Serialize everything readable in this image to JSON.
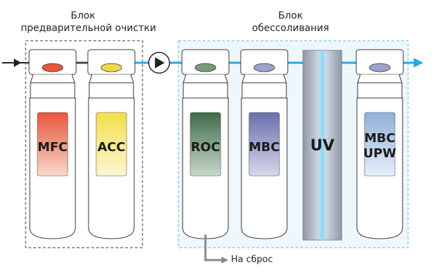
{
  "blocks": {
    "pre": {
      "title": "Блок",
      "subtitle": "предварительной очистки"
    },
    "desalt": {
      "title": "Блок",
      "subtitle": "обессоливания"
    }
  },
  "filters": [
    {
      "label": "MFC",
      "color": "#e8553a",
      "cap_color": "#e8553a"
    },
    {
      "label": "ACC",
      "color": "#f2df4a",
      "cap_color": "#f0d84a"
    },
    {
      "label": "ROC",
      "color": "#3f6b4a",
      "cap_color": "#7a9a78"
    },
    {
      "label": "MBC",
      "color": "#6a6fae",
      "cap_color": "#9ea2cc"
    },
    {
      "label": "UV",
      "color": "#aab4c4",
      "cap_color": ""
    },
    {
      "label_line1": "MBC",
      "label_line2": "UPW",
      "color": "#8fb0d8",
      "cap_color": "#9ea2cc"
    }
  ],
  "drain": {
    "label": "На сброс"
  },
  "colors": {
    "pipe": "#2aa7dd",
    "frame_dashed": "#333333",
    "frame_desalt": "#5fb8d6",
    "desalt_bg": "#eef7fb"
  }
}
